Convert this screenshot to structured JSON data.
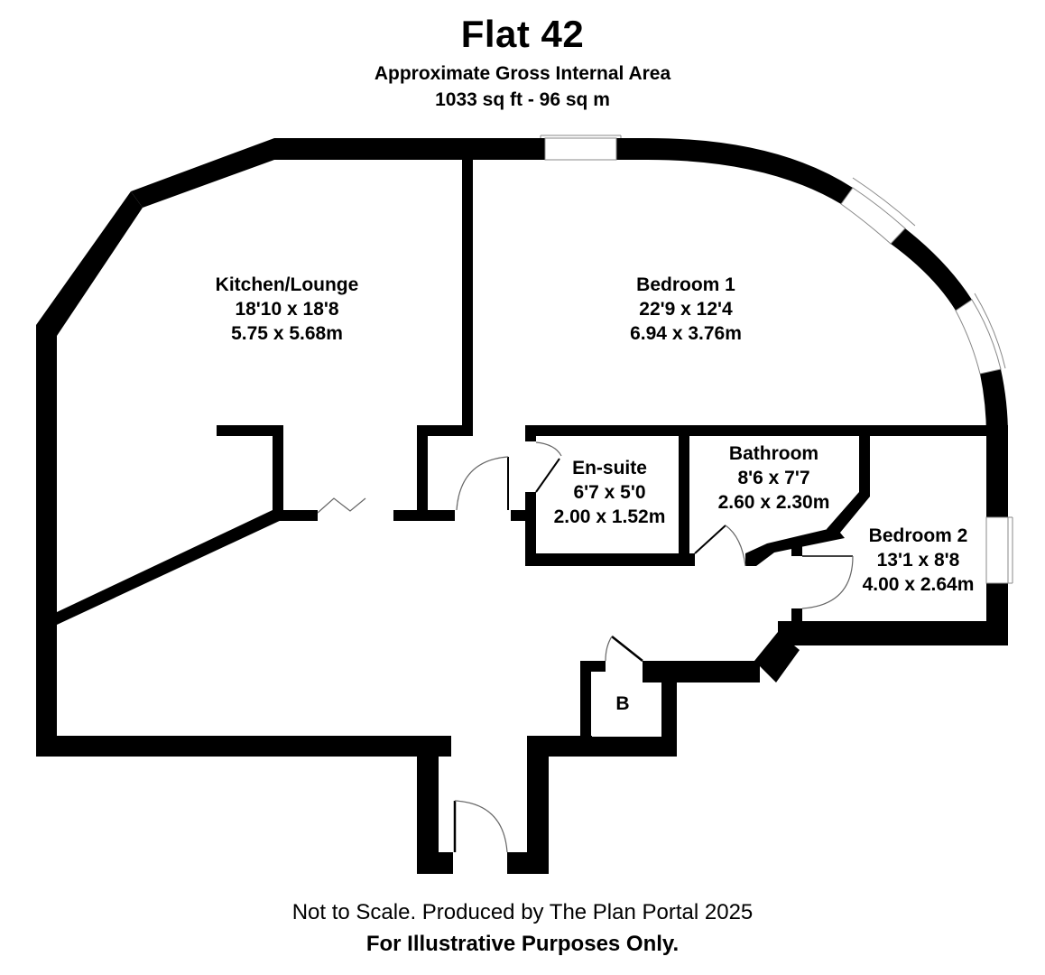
{
  "header": {
    "title": "Flat 42",
    "subtitle": "Approximate Gross Internal Area",
    "area": "1033 sq ft - 96 sq m"
  },
  "rooms": [
    {
      "name": "Kitchen/Lounge",
      "imperial": "18'10 x 18'8",
      "metric": "5.75 x 5.68m"
    },
    {
      "name": "Bedroom 1",
      "imperial": "22'9 x 12'4",
      "metric": "6.94 x 3.76m"
    },
    {
      "name": "En-suite",
      "imperial": "6'7 x 5'0",
      "metric": "2.00 x 1.52m"
    },
    {
      "name": "Bathroom",
      "imperial": "8'6 x 7'7",
      "metric": "2.60 x 2.30m"
    },
    {
      "name": "Bedroom 2",
      "imperial": "13'1 x 8'8",
      "metric": "4.00 x 2.64m"
    },
    {
      "name": "B"
    }
  ],
  "footer": {
    "note": "Not to Scale. Produced by The Plan Portal 2025",
    "disclaimer": "For Illustrative Purposes Only."
  },
  "colors": {
    "wall": "#000000",
    "background": "#ffffff",
    "fixture_line": "#666666"
  }
}
